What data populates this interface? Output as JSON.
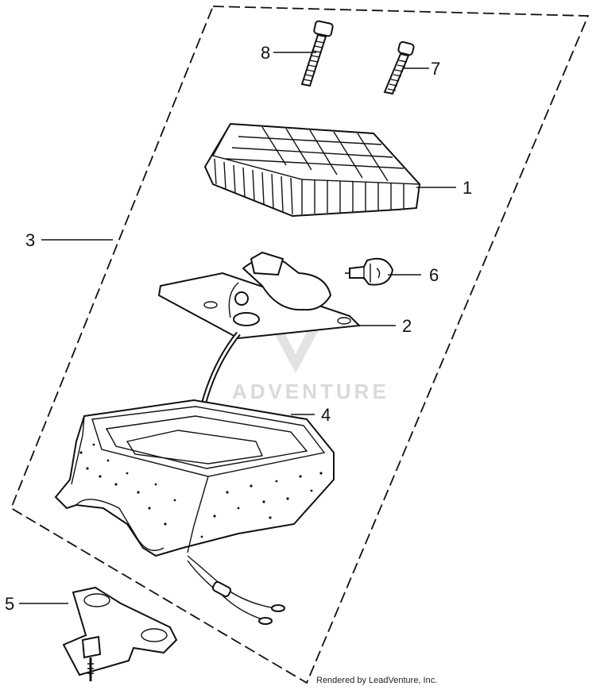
{
  "callouts": [
    {
      "id": "1",
      "label": "1"
    },
    {
      "id": "2",
      "label": "2"
    },
    {
      "id": "3",
      "label": "3"
    },
    {
      "id": "4",
      "label": "4"
    },
    {
      "id": "5",
      "label": "5"
    },
    {
      "id": "6",
      "label": "6"
    },
    {
      "id": "7",
      "label": "7"
    },
    {
      "id": "8",
      "label": "8"
    }
  ],
  "watermark": "ADVENTURE",
  "credit": "Rendered by LeadVenture, Inc.",
  "colors": {
    "line": "#111111",
    "background": "#ffffff",
    "watermark": "#d9d9d9"
  }
}
